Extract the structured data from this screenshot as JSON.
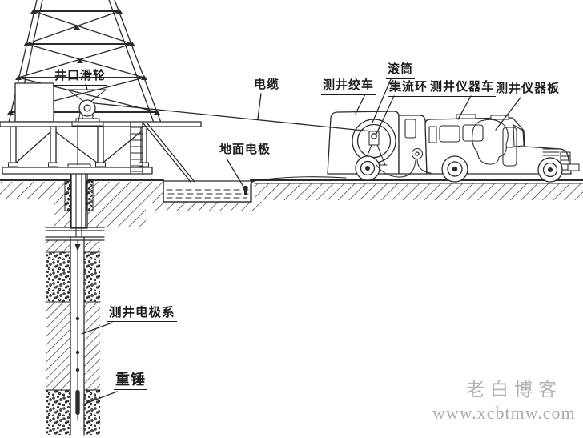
{
  "labels": {
    "wellhead_pulley": "井口滑轮",
    "cable": "电缆",
    "logging_winch_truck": "测井绞车",
    "drum": "滚筒",
    "collector_ring": "集流环",
    "logging_instrument_truck": "测井仪器车",
    "logging_instrument_panel": "测井仪器板",
    "surface_electrode": "地面电极",
    "logging_electrode_array": "测井电极系",
    "weight": "重锤"
  },
  "watermark": {
    "site_name": "老白博客",
    "site_url": "www.xcbtmw.com"
  },
  "colors": {
    "ink": "#2a2a2a",
    "background": "#ffffff",
    "watermark_gray": "#b4b4b4"
  }
}
